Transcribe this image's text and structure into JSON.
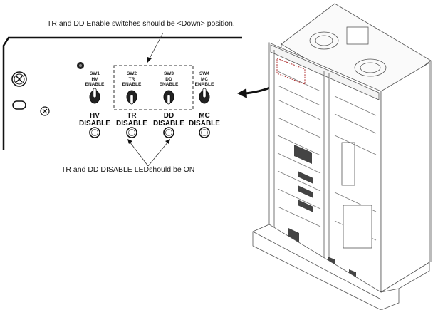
{
  "annotations": {
    "top_note": "TR and DD Enable switches should be <Down> position.",
    "bottom_note": "TR and DD DISABLE LEDshould be ON"
  },
  "switches": [
    {
      "id": "SW1",
      "name": "HV",
      "function": "ENABLE",
      "position": "up",
      "highlighted": false
    },
    {
      "id": "SW2",
      "name": "TR",
      "function": "ENABLE",
      "position": "down",
      "highlighted": true
    },
    {
      "id": "SW3",
      "name": "DD",
      "function": "ENABLE",
      "position": "down",
      "highlighted": true
    },
    {
      "id": "SW4",
      "name": "MC",
      "function": "ENABLE",
      "position": "up",
      "highlighted": false
    }
  ],
  "leds": [
    {
      "name": "HV",
      "label": "DISABLE",
      "should_be_on": false
    },
    {
      "name": "TR",
      "label": "DISABLE",
      "should_be_on": true
    },
    {
      "name": "DD",
      "label": "DISABLE",
      "should_be_on": true
    },
    {
      "name": "MC",
      "label": "DISABLE",
      "should_be_on": false
    }
  ],
  "colors": {
    "line": "#111111",
    "highlight_box": "#b03030",
    "dashed_box": "#333333",
    "cabinet_line": "#555555"
  }
}
